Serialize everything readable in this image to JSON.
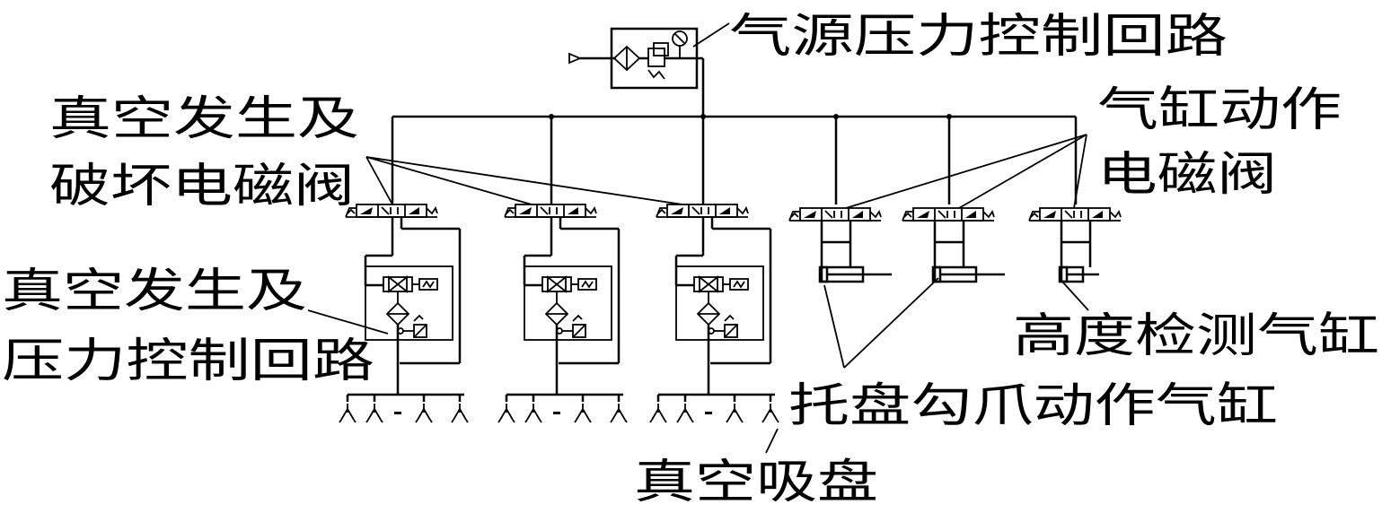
{
  "labels": {
    "air_source": "气源压力控制回路",
    "vac_valve_1": "真空发生及",
    "vac_valve_2": "破坏电磁阀",
    "cyl_valve_1": "气缸动作",
    "cyl_valve_2": "电磁阀",
    "vac_gen_1": "真空发生及",
    "vac_gen_2": "压力控制回路",
    "height_cyl": "高度检测气缸",
    "tray_cyl": "托盘勾爪动作气缸",
    "suction": "真空吸盘"
  },
  "colors": {
    "line": "#000000",
    "background": "#ffffff"
  }
}
